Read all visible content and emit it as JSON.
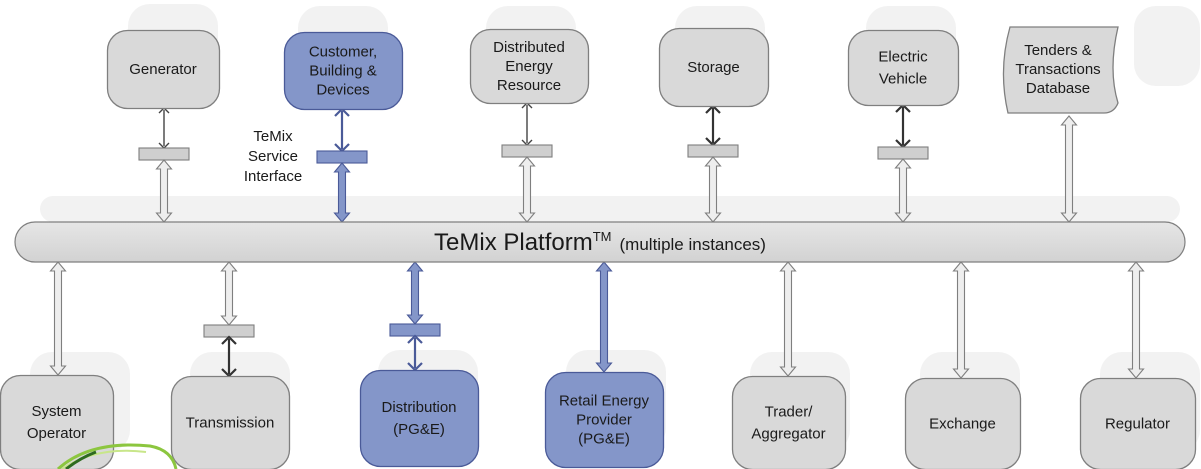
{
  "colors": {
    "grey_fill": "#d9d9d9",
    "grey_stroke": "#7f7f7f",
    "blue_fill": "#8496c9",
    "blue_stroke": "#4a5a98",
    "arrow_dark": "#333333",
    "arrow_blue": "#4a5a98",
    "ghost": "#f2f2f2"
  },
  "platform": {
    "name": "TeMix Platform",
    "trademark": "TM",
    "subtitle": "(multiple instances)"
  },
  "interface_label": [
    "TeMix",
    "Service",
    "Interface"
  ],
  "top_nodes": [
    {
      "id": "generator",
      "lines": [
        "Generator"
      ],
      "style": "grey",
      "shape": "rounded",
      "has_interface": true
    },
    {
      "id": "customer",
      "lines": [
        "Customer,",
        "Building &",
        "Devices"
      ],
      "style": "blue",
      "shape": "rounded",
      "has_interface": true
    },
    {
      "id": "der",
      "lines": [
        "Distributed",
        "Energy",
        "Resource"
      ],
      "style": "grey",
      "shape": "rounded",
      "has_interface": true
    },
    {
      "id": "storage",
      "lines": [
        "Storage"
      ],
      "style": "grey",
      "shape": "rounded",
      "has_interface": true
    },
    {
      "id": "ev",
      "lines": [
        "Electric",
        "Vehicle"
      ],
      "style": "grey",
      "shape": "rounded",
      "has_interface": true
    },
    {
      "id": "database",
      "lines": [
        "Tenders &",
        "Transactions",
        "Database"
      ],
      "style": "grey",
      "shape": "database",
      "has_interface": false
    }
  ],
  "bottom_nodes": [
    {
      "id": "system-operator",
      "lines": [
        "System",
        "Operator"
      ],
      "style": "grey",
      "has_interface": false
    },
    {
      "id": "transmission",
      "lines": [
        "Transmission"
      ],
      "style": "grey",
      "has_interface": true
    },
    {
      "id": "distribution",
      "lines": [
        "Distribution",
        "(PG&E)"
      ],
      "style": "blue",
      "has_interface": true
    },
    {
      "id": "retail",
      "lines": [
        "Retail Energy",
        "Provider",
        "(PG&E)"
      ],
      "style": "blue",
      "has_interface": false
    },
    {
      "id": "trader",
      "lines": [
        "Trader/",
        "Aggregator"
      ],
      "style": "grey",
      "has_interface": false
    },
    {
      "id": "exchange",
      "lines": [
        "Exchange"
      ],
      "style": "grey",
      "has_interface": false
    },
    {
      "id": "regulator",
      "lines": [
        "Regulator"
      ],
      "style": "grey",
      "has_interface": false
    }
  ]
}
